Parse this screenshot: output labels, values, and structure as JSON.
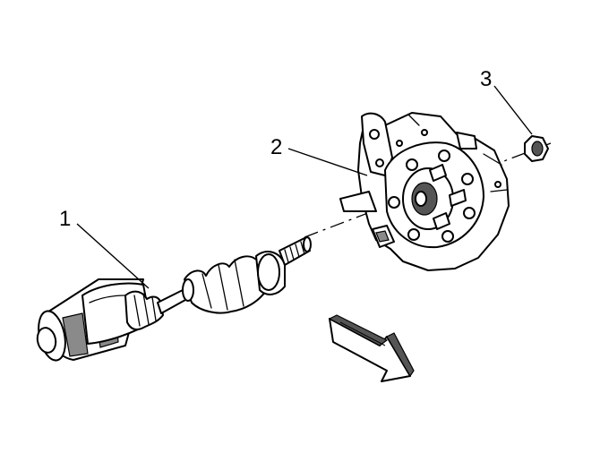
{
  "callouts": [
    {
      "id": "1",
      "label": "1",
      "part": "drive-axle-shaft"
    },
    {
      "id": "2",
      "label": "2",
      "part": "steering-knuckle-hub"
    },
    {
      "id": "3",
      "label": "3",
      "part": "axle-nut"
    }
  ],
  "direction_arrow_icon": "front-direction-arrow-icon"
}
